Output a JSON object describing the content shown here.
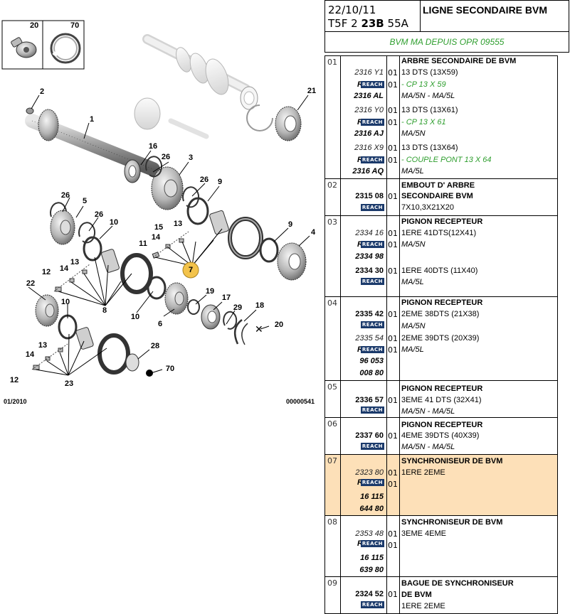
{
  "header": {
    "date": "22/10/11",
    "ref_prefix": "T5F 2",
    "ref_bold": "23B",
    "ref_suffix": "55A",
    "title": "LIGNE SECONDAIRE BVM"
  },
  "banner": "BVM MA DEPUIS OPR 09555",
  "diagram": {
    "callouts": [
      "1",
      "2",
      "3",
      "4",
      "5",
      "6",
      "7",
      "8",
      "8",
      "9",
      "9",
      "10",
      "10",
      "10",
      "11",
      "12",
      "12",
      "13",
      "13",
      "14",
      "14",
      "14",
      "15",
      "16",
      "17",
      "18",
      "19",
      "20",
      "21",
      "22",
      "23",
      "26",
      "26",
      "26",
      "28",
      "29",
      "70"
    ],
    "badge_left": "20",
    "badge_right": "70",
    "footnote_left": "01/2010",
    "footnote_right": "00000541"
  },
  "rows": [
    {
      "idx": "01",
      "refs": [
        {
          "text": "2316 Y1",
          "style": "it"
        },
        {
          "text": "RF",
          "style": "rf",
          "reach": "REACH"
        },
        {
          "text": "2316 AL",
          "style": "boldit"
        },
        {
          "text": "2316 Y0",
          "style": "it"
        },
        {
          "text": "RF",
          "style": "rf",
          "reach": "REACH"
        },
        {
          "text": "2316 AJ",
          "style": "boldit"
        },
        {
          "text": "2316 X9",
          "style": "it"
        },
        {
          "text": "RF",
          "style": "rf",
          "reach": "REACH"
        },
        {
          "text": "2316 AQ",
          "style": "boldit"
        }
      ],
      "qty": [
        "01",
        "01",
        "",
        "01",
        "01",
        "",
        "01",
        "01",
        ""
      ],
      "desc": [
        {
          "text": "ARBRE SECONDAIRE DE BVM",
          "style": "title"
        },
        {
          "text": "13 DTS (13X59)",
          "style": ""
        },
        {
          "text": "- CP 13 X 59",
          "style": "green"
        },
        {
          "text": "MA/5N - MA/5L",
          "style": "it"
        },
        {
          "text": "13 DTS (13X61)",
          "style": ""
        },
        {
          "text": "- CP 13 X 61",
          "style": "green"
        },
        {
          "text": "MA/5N",
          "style": "it"
        },
        {
          "text": "13 DTS (13X64)",
          "style": ""
        },
        {
          "text": "- COUPLE PONT 13 X 64",
          "style": "green"
        },
        {
          "text": "MA/5L",
          "style": "it"
        }
      ]
    },
    {
      "idx": "02",
      "refs": [
        {
          "text": "2315 08",
          "style": "bold"
        },
        {
          "text": "",
          "style": "reach-only",
          "reach": "REACH"
        }
      ],
      "qty": [
        "01"
      ],
      "desc": [
        {
          "text": "EMBOUT D'  ARBRE",
          "style": "title"
        },
        {
          "text": "SECONDAIRE BVM",
          "style": "title"
        },
        {
          "text": "7X10,3X21X20",
          "style": ""
        }
      ]
    },
    {
      "idx": "03",
      "refs": [
        {
          "text": "2334 16",
          "style": "it"
        },
        {
          "text": "RF",
          "style": "rf",
          "reach": "REACH"
        },
        {
          "text": "2334 98",
          "style": "boldit"
        },
        {
          "text": "2334 30",
          "style": "bold"
        },
        {
          "text": "",
          "style": "reach-only",
          "reach": "REACH"
        }
      ],
      "qty": [
        "01",
        "01",
        "01"
      ],
      "desc": [
        {
          "text": "PIGNON RECEPTEUR",
          "style": "title"
        },
        {
          "text": "1ERE 41DTS(12X41)",
          "style": ""
        },
        {
          "text": "MA/5N",
          "style": "it"
        },
        {
          "text": "1ERE 40DTS (11X40)",
          "style": ""
        },
        {
          "text": "MA/5L",
          "style": "it"
        }
      ]
    },
    {
      "idx": "04",
      "refs": [
        {
          "text": "2335 42",
          "style": "bold"
        },
        {
          "text": "",
          "style": "reach-only",
          "reach": "REACH"
        },
        {
          "text": "2335 54",
          "style": "it"
        },
        {
          "text": "RF",
          "style": "rf",
          "reach": "REACH"
        },
        {
          "text": "96 053",
          "style": "boldit"
        },
        {
          "text": "008 80",
          "style": "boldit"
        }
      ],
      "qty": [
        "01",
        "01",
        "01"
      ],
      "desc": [
        {
          "text": "PIGNON RECEPTEUR",
          "style": "title"
        },
        {
          "text": "2EME 38DTS (21X38)",
          "style": ""
        },
        {
          "text": "MA/5N",
          "style": "it"
        },
        {
          "text": "2EME 39DTS (20X39)",
          "style": ""
        },
        {
          "text": "MA/5L",
          "style": "it"
        }
      ]
    },
    {
      "idx": "05",
      "refs": [
        {
          "text": "2336 57",
          "style": "bold"
        },
        {
          "text": "",
          "style": "reach-only",
          "reach": "REACH"
        }
      ],
      "qty": [
        "01"
      ],
      "desc": [
        {
          "text": "PIGNON RECEPTEUR",
          "style": "title"
        },
        {
          "text": "3EME 41 DTS (32X41)",
          "style": ""
        },
        {
          "text": "MA/5N - MA/5L",
          "style": "it"
        }
      ]
    },
    {
      "idx": "06",
      "refs": [
        {
          "text": "2337 60",
          "style": "bold"
        },
        {
          "text": "",
          "style": "reach-only",
          "reach": "REACH"
        }
      ],
      "qty": [
        "01"
      ],
      "desc": [
        {
          "text": "PIGNON RECEPTEUR",
          "style": "title"
        },
        {
          "text": "4EME 39DTS (40X39)",
          "style": ""
        },
        {
          "text": "MA/5N - MA/5L",
          "style": "it"
        }
      ]
    },
    {
      "idx": "07",
      "refs": [
        {
          "text": "2323 80",
          "style": "it"
        },
        {
          "text": "RF",
          "style": "rf",
          "reach": "REACH"
        },
        {
          "text": "16 115",
          "style": "boldit"
        },
        {
          "text": "644 80",
          "style": "boldit"
        }
      ],
      "qty": [
        "01",
        "01"
      ],
      "desc": [
        {
          "text": "SYNCHRONISEUR DE BVM",
          "style": "title"
        },
        {
          "text": "1ERE 2EME",
          "style": ""
        }
      ]
    },
    {
      "idx": "08",
      "refs": [
        {
          "text": "2353 48",
          "style": "it"
        },
        {
          "text": "RF",
          "style": "rf",
          "reach": "REACH"
        },
        {
          "text": "16 115",
          "style": "boldit"
        },
        {
          "text": "639 80",
          "style": "boldit"
        }
      ],
      "qty": [
        "01",
        "01"
      ],
      "desc": [
        {
          "text": "SYNCHRONISEUR DE BVM",
          "style": "title"
        },
        {
          "text": "3EME 4EME",
          "style": ""
        }
      ]
    },
    {
      "idx": "09",
      "refs": [
        {
          "text": "2324 52",
          "style": "bold"
        },
        {
          "text": "",
          "style": "reach-only",
          "reach": "REACH"
        }
      ],
      "qty": [
        "01"
      ],
      "desc": [
        {
          "text": "BAGUE DE SYNCHRONISEUR",
          "style": "title"
        },
        {
          "text": "DE BVM",
          "style": "title"
        },
        {
          "text": "1ERE 2EME",
          "style": ""
        }
      ]
    }
  ]
}
